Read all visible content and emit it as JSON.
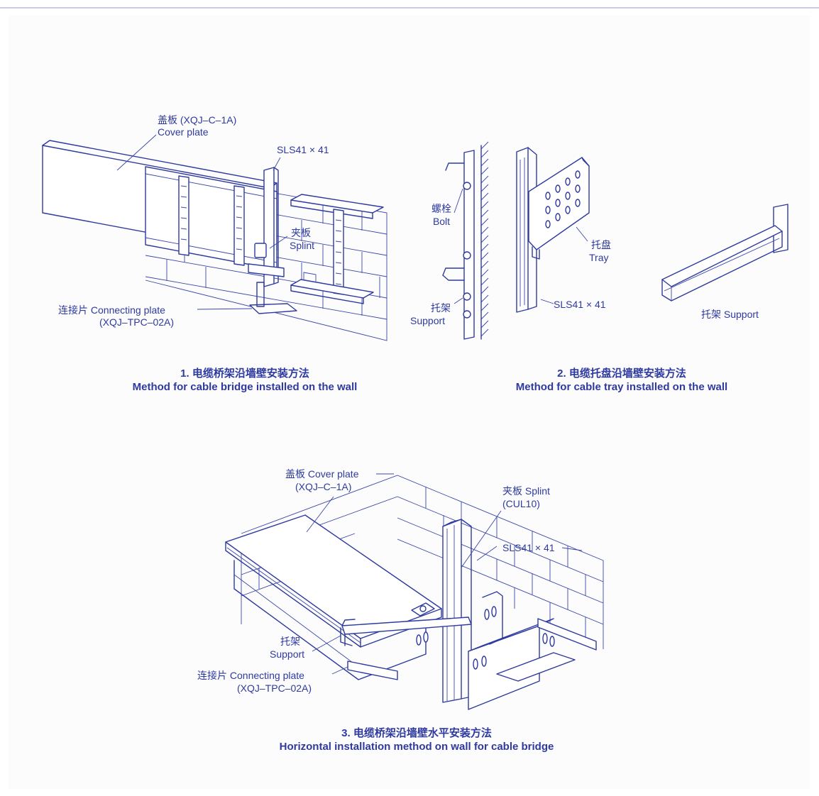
{
  "figure1": {
    "cover_cn": "盖板 (XQJ–C–1A)",
    "cover_en": "Cover plate",
    "channel": "SLS41 × 41",
    "splint_cn": "夹板",
    "splint_en": "Splint",
    "connect_line1": "连接片 Connecting plate",
    "connect_line2": "(XQJ–TPC–02A)",
    "caption_cn": "1. 电缆桥架沿墙壁安装方法",
    "caption_en": "Method for cable bridge installed on the wall"
  },
  "figure2": {
    "bolt_cn": "螺栓",
    "bolt_en": "Bolt",
    "support_cn": "托架",
    "support_en": "Support",
    "tray_cn": "托盘",
    "tray_en": "Tray",
    "channel": "SLS41 × 41",
    "support_label": "托架 Support",
    "caption_cn": "2. 电缆托盘沿墙壁安装方法",
    "caption_en": "Method for cable tray installed on the wall"
  },
  "figure3": {
    "cover_line1": "盖板 Cover plate",
    "cover_line2": "(XQJ–C–1A)",
    "splint_line1": "夹板 Splint",
    "splint_line2": "(CUL10)",
    "channel": "SLS41 × 41",
    "support_cn": "托架",
    "support_en": "Support",
    "connect_line1": "连接片 Connecting plate",
    "connect_line2": "(XQJ–TPC–02A)",
    "caption_cn": "3. 电缆桥架沿墙壁水平安装方法",
    "caption_en": "Horizontal installation method on wall for cable bridge"
  }
}
